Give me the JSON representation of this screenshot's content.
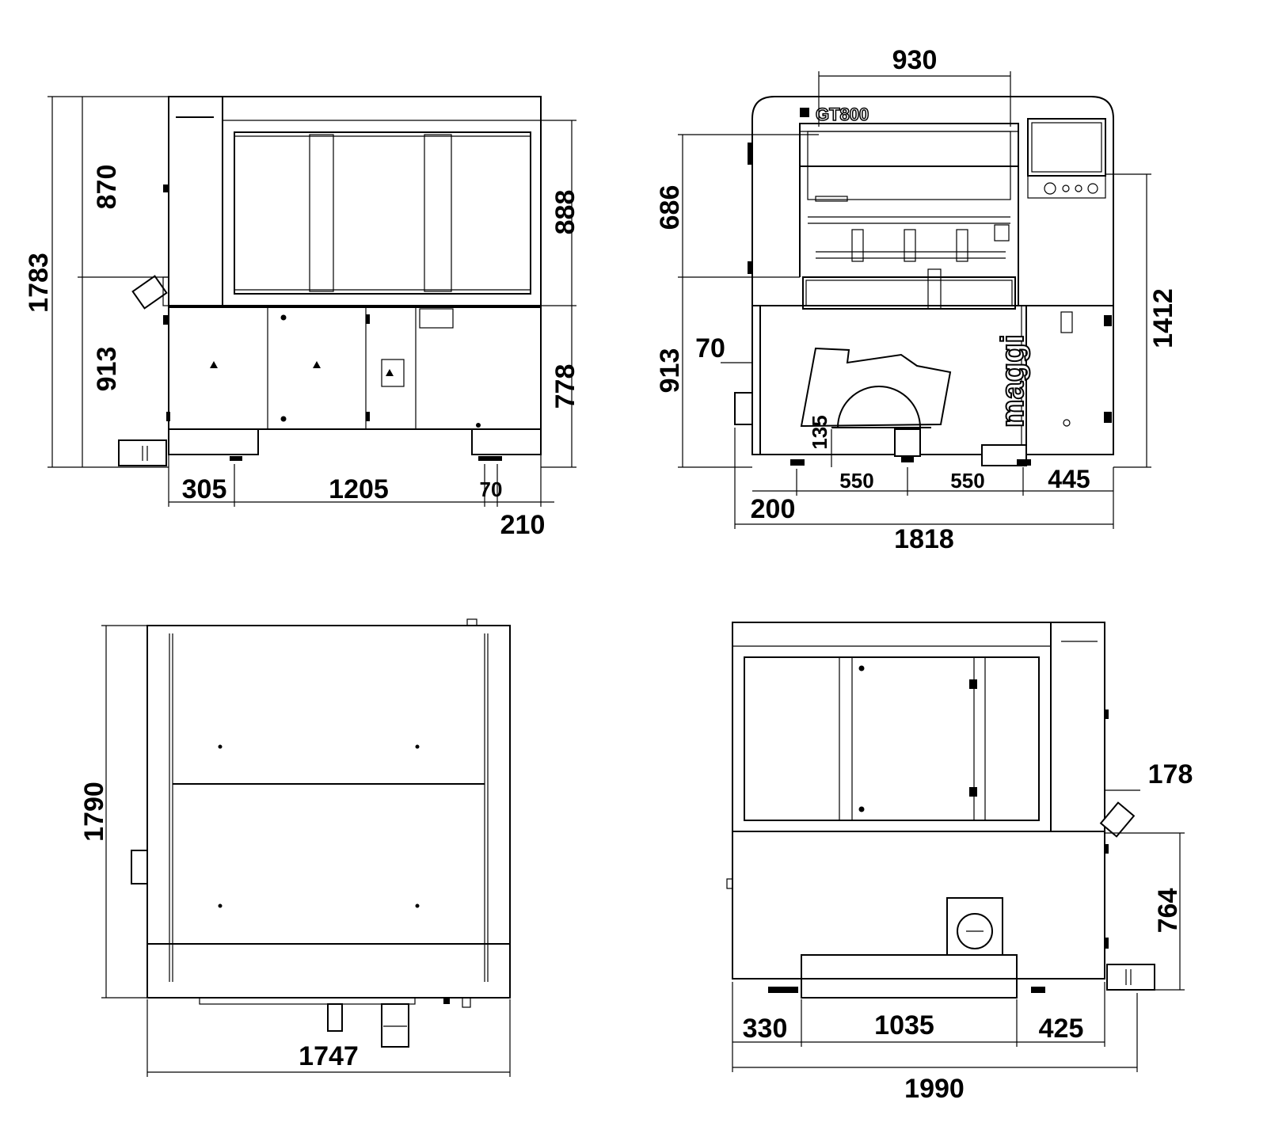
{
  "labels": {
    "model": "GT800",
    "brand": "maggi"
  },
  "front_view": {
    "dims": {
      "overall_height": "1783",
      "upper_height": "870",
      "lower_height": "913",
      "right_upper": "888",
      "right_lower": "778",
      "left_offset": "305",
      "foot_span": "1205",
      "right_small": "70",
      "right_overhang": "210"
    }
  },
  "side_view": {
    "dims": {
      "top_width": "930",
      "upper_height": "686",
      "lower_height": "913",
      "total_right": "1412",
      "inset": "70",
      "blade_height": "135",
      "left_foot": "200",
      "span_a": "550",
      "span_b": "550",
      "right_part": "445",
      "overall_width": "1818"
    }
  },
  "top_view": {
    "dims": {
      "depth": "1790",
      "width": "1747"
    }
  },
  "rear_view": {
    "dims": {
      "right_offset": "178",
      "pedal_height": "764",
      "left_part": "330",
      "center_part": "1035",
      "right_part": "425",
      "overall_width": "1990"
    }
  }
}
